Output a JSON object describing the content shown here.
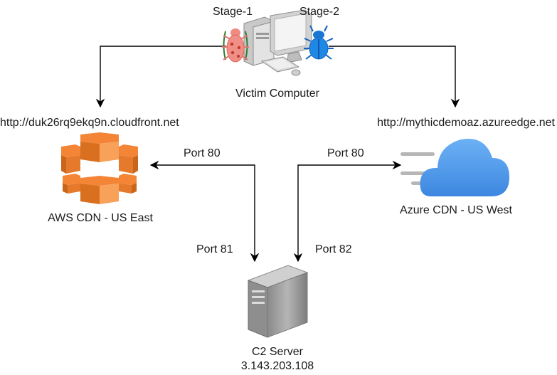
{
  "victim": {
    "stage1": "Stage-1",
    "stage2": "Stage-2",
    "name": "Victim Computer"
  },
  "aws": {
    "url": "http://duk26rq9ekq9n.cloudfront.net",
    "name": "AWS CDN - US East",
    "port_front": "Port 80",
    "port_back": "Port 81"
  },
  "azure": {
    "url": "http://mythicdemoaz.azureedge.net",
    "name": "Azure CDN - US West",
    "port_front": "Port 80",
    "port_back": "Port 82"
  },
  "server": {
    "name": "C2 Server",
    "ip": "3.143.203.108"
  },
  "colors": {
    "aws_orange": "#F58536",
    "azure_blue": "#5EA0EF",
    "stage1_bug": "#F08080",
    "stage2_bug": "#1E88E5",
    "server_gray": "#9E9E9E"
  },
  "icons": {
    "victim": "desktop-computer-icon",
    "stage1": "bug-icon",
    "stage2": "bug-icon",
    "aws": "aws-cloudfront-icon",
    "azure": "azure-cdn-cloud-icon",
    "server": "server-tower-icon"
  }
}
